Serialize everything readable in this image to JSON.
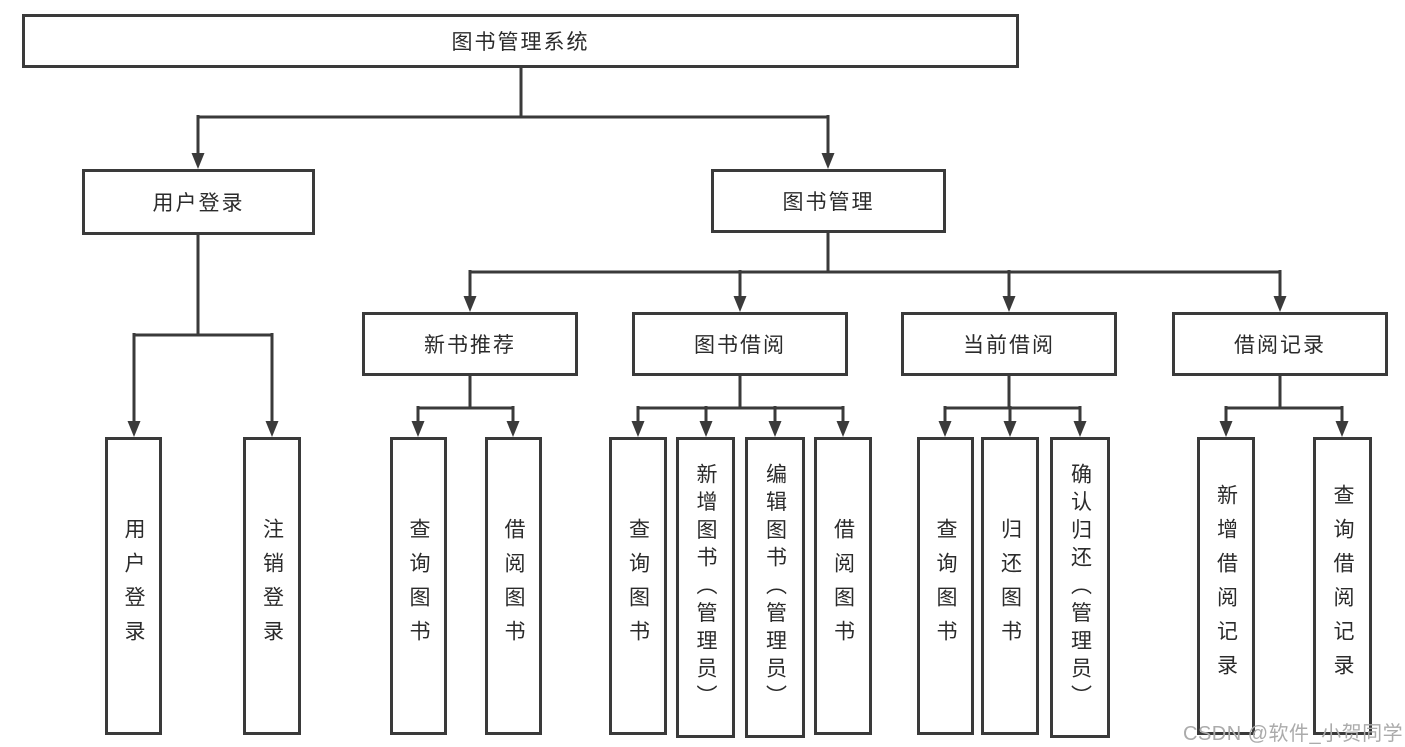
{
  "colors": {
    "background": "#ffffff",
    "line": "#3a3a3a",
    "box_border": "#3a3a3a",
    "text": "#2b2b2b",
    "watermark": "#ababab"
  },
  "tree": {
    "root": {
      "label": "图书管理系统"
    },
    "branches": [
      {
        "label": "用户登录",
        "children": [
          {
            "label": "用户登录"
          },
          {
            "label": "注销登录"
          }
        ]
      },
      {
        "label": "图书管理",
        "children": [
          {
            "label": "新书推荐",
            "children": [
              {
                "label": "查询图书"
              },
              {
                "label": "借阅图书"
              }
            ]
          },
          {
            "label": "图书借阅",
            "children": [
              {
                "label": "查询图书"
              },
              {
                "label": "新增图书（管理员）"
              },
              {
                "label": "编辑图书（管理员）"
              },
              {
                "label": "借阅图书"
              }
            ]
          },
          {
            "label": "当前借阅",
            "children": [
              {
                "label": "查询图书"
              },
              {
                "label": "归还图书"
              },
              {
                "label": "确认归还（管理员）"
              }
            ]
          },
          {
            "label": "借阅记录",
            "children": [
              {
                "label": "新增借阅记录"
              },
              {
                "label": "查询借阅记录"
              }
            ]
          }
        ]
      }
    ]
  },
  "watermark": {
    "text": "CSDN @软件_小贺同学"
  }
}
